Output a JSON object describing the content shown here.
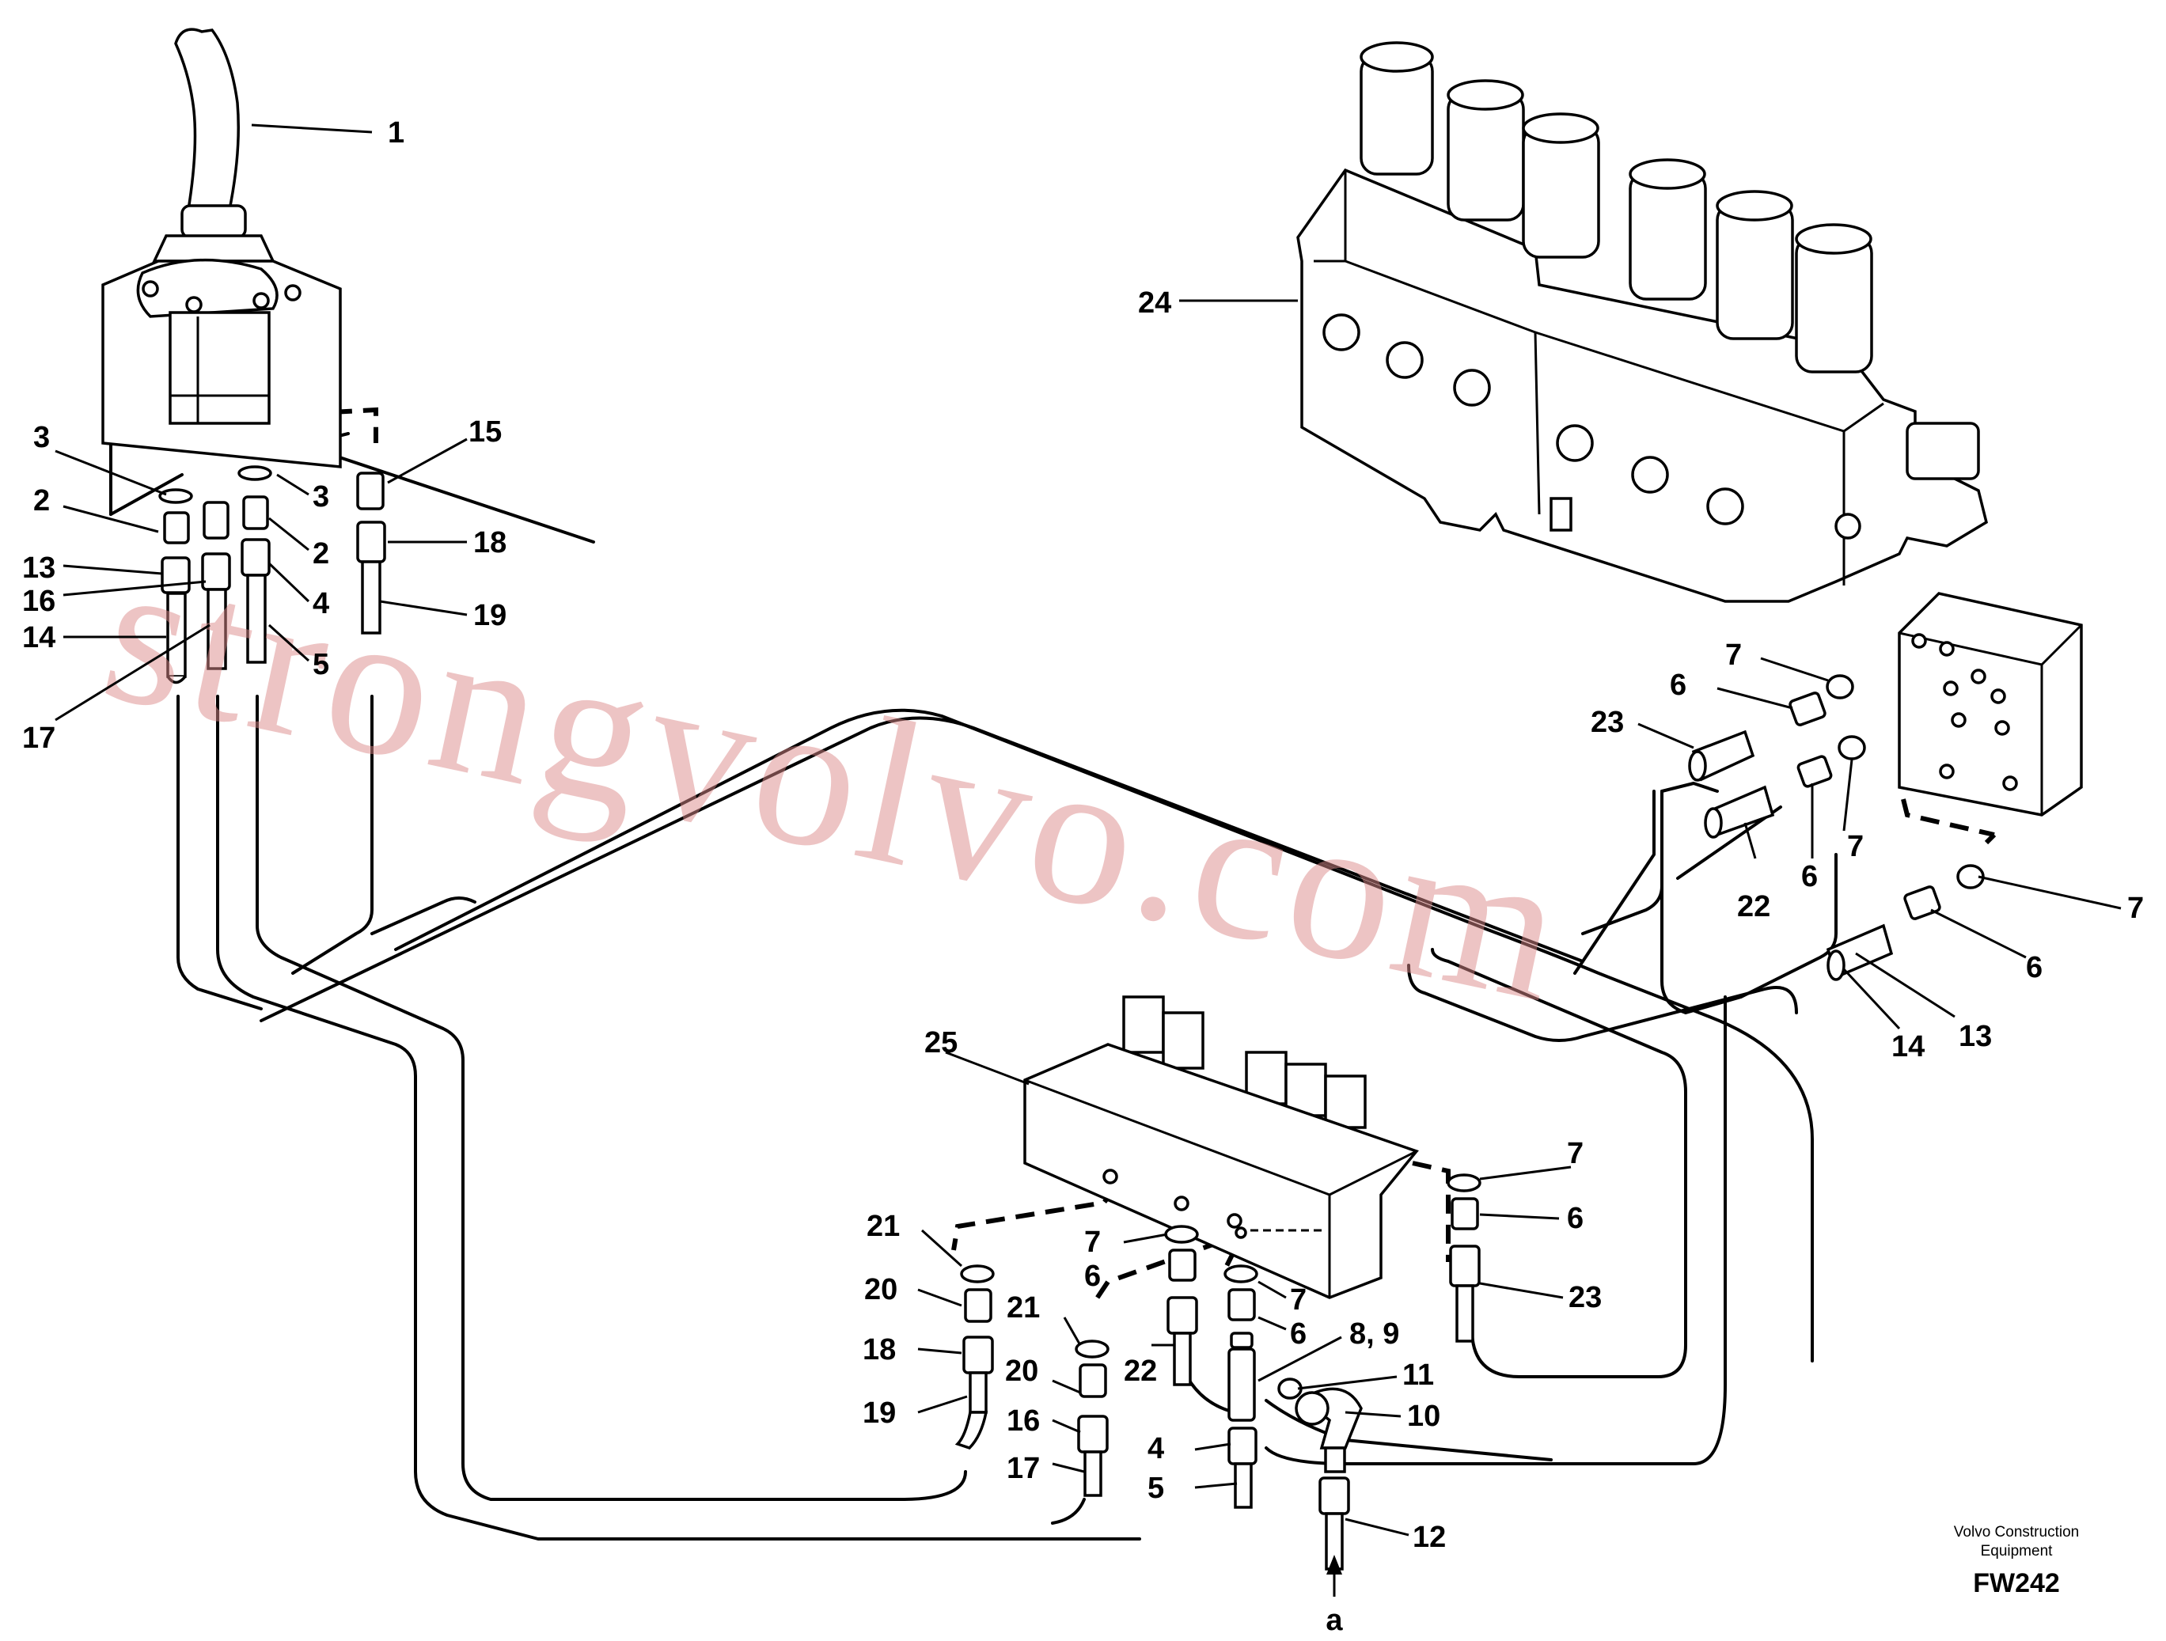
{
  "credit": {
    "line1": "Volvo Construction",
    "line2": "Equipment",
    "code": "FW242"
  },
  "watermark": "strongvolvo.com",
  "flow_label": "a",
  "callouts": [
    {
      "id": "c1",
      "text": "1"
    },
    {
      "id": "c2a",
      "text": "2"
    },
    {
      "id": "c3a",
      "text": "3"
    },
    {
      "id": "c3b",
      "text": "3"
    },
    {
      "id": "c2b",
      "text": "2"
    },
    {
      "id": "c4a",
      "text": "4"
    },
    {
      "id": "c5a",
      "text": "5"
    },
    {
      "id": "c13a",
      "text": "13"
    },
    {
      "id": "c16a",
      "text": "16"
    },
    {
      "id": "c14a",
      "text": "14"
    },
    {
      "id": "c17a",
      "text": "17"
    },
    {
      "id": "c15",
      "text": "15"
    },
    {
      "id": "c18a",
      "text": "18"
    },
    {
      "id": "c19a",
      "text": "19"
    },
    {
      "id": "c24",
      "text": "24"
    },
    {
      "id": "c7a",
      "text": "7"
    },
    {
      "id": "c6a",
      "text": "6"
    },
    {
      "id": "c23a",
      "text": "23"
    },
    {
      "id": "c7b",
      "text": "7"
    },
    {
      "id": "c6b",
      "text": "6"
    },
    {
      "id": "c22a",
      "text": "22"
    },
    {
      "id": "c7c",
      "text": "7"
    },
    {
      "id": "c6c",
      "text": "6"
    },
    {
      "id": "c13b",
      "text": "13"
    },
    {
      "id": "c14b",
      "text": "14"
    },
    {
      "id": "c25",
      "text": "25"
    },
    {
      "id": "c7d",
      "text": "7"
    },
    {
      "id": "c6d",
      "text": "6"
    },
    {
      "id": "c23b",
      "text": "23"
    },
    {
      "id": "c21a",
      "text": "21"
    },
    {
      "id": "c20a",
      "text": "20"
    },
    {
      "id": "c18b",
      "text": "18"
    },
    {
      "id": "c19b",
      "text": "19"
    },
    {
      "id": "c7e",
      "text": "7"
    },
    {
      "id": "c6e",
      "text": "6"
    },
    {
      "id": "c21b",
      "text": "21"
    },
    {
      "id": "c20b",
      "text": "20"
    },
    {
      "id": "c22b",
      "text": "22"
    },
    {
      "id": "c16b",
      "text": "16"
    },
    {
      "id": "c17b",
      "text": "17"
    },
    {
      "id": "c7f",
      "text": "7"
    },
    {
      "id": "c6f",
      "text": "6"
    },
    {
      "id": "c89",
      "text": "8, 9"
    },
    {
      "id": "c11",
      "text": "11"
    },
    {
      "id": "c10",
      "text": "10"
    },
    {
      "id": "c4b",
      "text": "4"
    },
    {
      "id": "c5b",
      "text": "5"
    },
    {
      "id": "c12",
      "text": "12"
    }
  ]
}
